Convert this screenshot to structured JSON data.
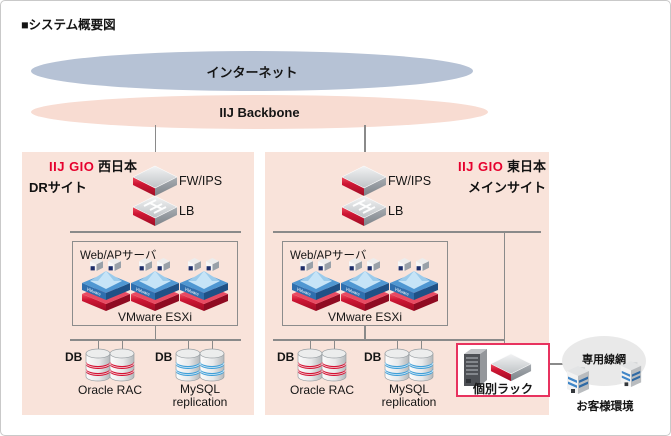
{
  "title": "■システム概要図",
  "network": {
    "internet_label": "インターネット",
    "backbone_label": "IIJ Backbone"
  },
  "labels": {
    "fw": "FW/IPS",
    "lb": "LB",
    "webap": "Web/APサーバ",
    "esxi": "VMware ESXi",
    "db": "DB",
    "oracle": "Oracle RAC",
    "mysql_line1": "MySQL",
    "mysql_line2": "replication"
  },
  "sites": {
    "west": {
      "logo": "IIJ GIO",
      "region": "西日本",
      "type": "DRサイト"
    },
    "east": {
      "logo": "IIJ GIO",
      "region": "東日本",
      "type": "メインサイト"
    }
  },
  "rack": {
    "label": "個別ラック"
  },
  "external": {
    "leased_line_label": "専用線網",
    "customer_label": "お客様環境"
  },
  "colors": {
    "site_panel": "#f9e3da",
    "internet_ellipse": "#b6c2d5",
    "backbone_ellipse": "#f8dcd2",
    "brand_red": "#e6002d",
    "rack_border": "#e8335f",
    "oracle_stripe": "#d41234",
    "mysql_stripe": "#3f9fd8",
    "line_gray": "#8a8a8a"
  }
}
